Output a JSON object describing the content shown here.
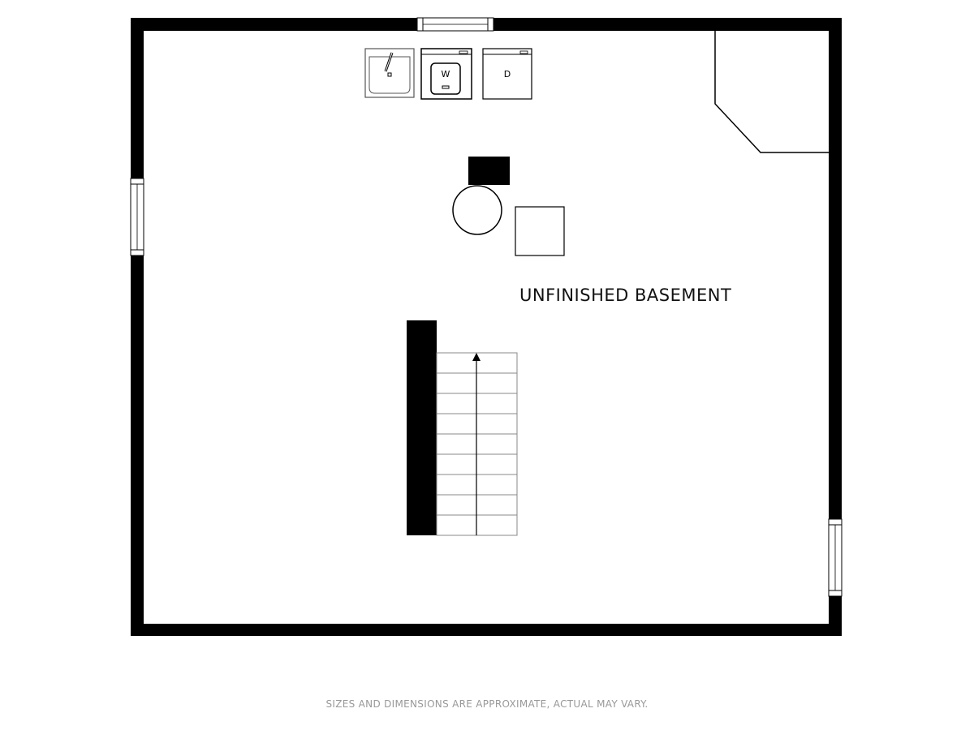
{
  "room": {
    "name": "UNFINISHED BASEMENT"
  },
  "appliances": {
    "washer_label": "W",
    "dryer_label": "D"
  },
  "footer": {
    "disclaimer": "SIZES AND DIMENSIONS ARE APPROXIMATE, ACTUAL MAY VARY."
  },
  "stairs": {
    "tread_count": 9,
    "direction": "up"
  }
}
